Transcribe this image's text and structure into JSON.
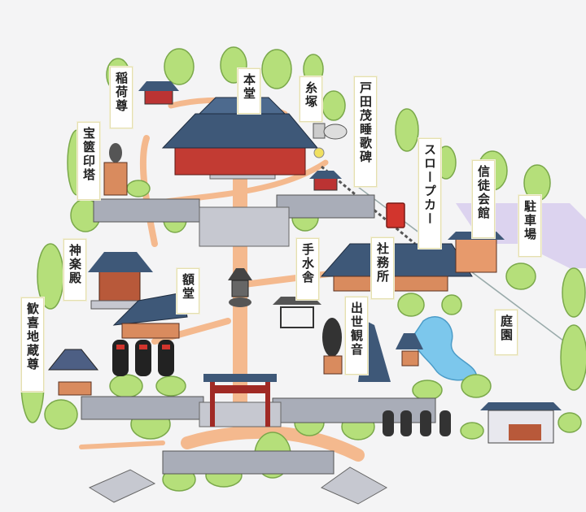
{
  "map": {
    "colors": {
      "background": "#f4f4f5",
      "tree": "#b5df7a",
      "tree_outline": "#7aa84a",
      "path": "#f4b98e",
      "roof": "#3e5878",
      "hall_red": "#c23b33",
      "parking": "#d9cfee",
      "pond": "#7cc7ec",
      "wall": "#6f7484",
      "wood": "#d98b5e"
    },
    "labels": [
      {
        "id": "inari",
        "text": "稲荷尊"
      },
      {
        "id": "hondo",
        "text": "本堂"
      },
      {
        "id": "itozuka",
        "text": "糸塚"
      },
      {
        "id": "toda",
        "text": "戸田茂睡歌碑"
      },
      {
        "id": "hokyoin",
        "text": "宝篋印塔"
      },
      {
        "id": "slope",
        "text": "スロープカー"
      },
      {
        "id": "shinto",
        "text": "信徒会館"
      },
      {
        "id": "parking",
        "text": "駐車場"
      },
      {
        "id": "kagura",
        "text": "神楽殿"
      },
      {
        "id": "gakudo",
        "text": "額堂"
      },
      {
        "id": "temizu",
        "text": "手水舎"
      },
      {
        "id": "shamusho",
        "text": "社務所"
      },
      {
        "id": "kankiji",
        "text": "歓喜地蔵尊"
      },
      {
        "id": "shusse",
        "text": "出世観音"
      },
      {
        "id": "teien",
        "text": "庭園"
      }
    ]
  }
}
